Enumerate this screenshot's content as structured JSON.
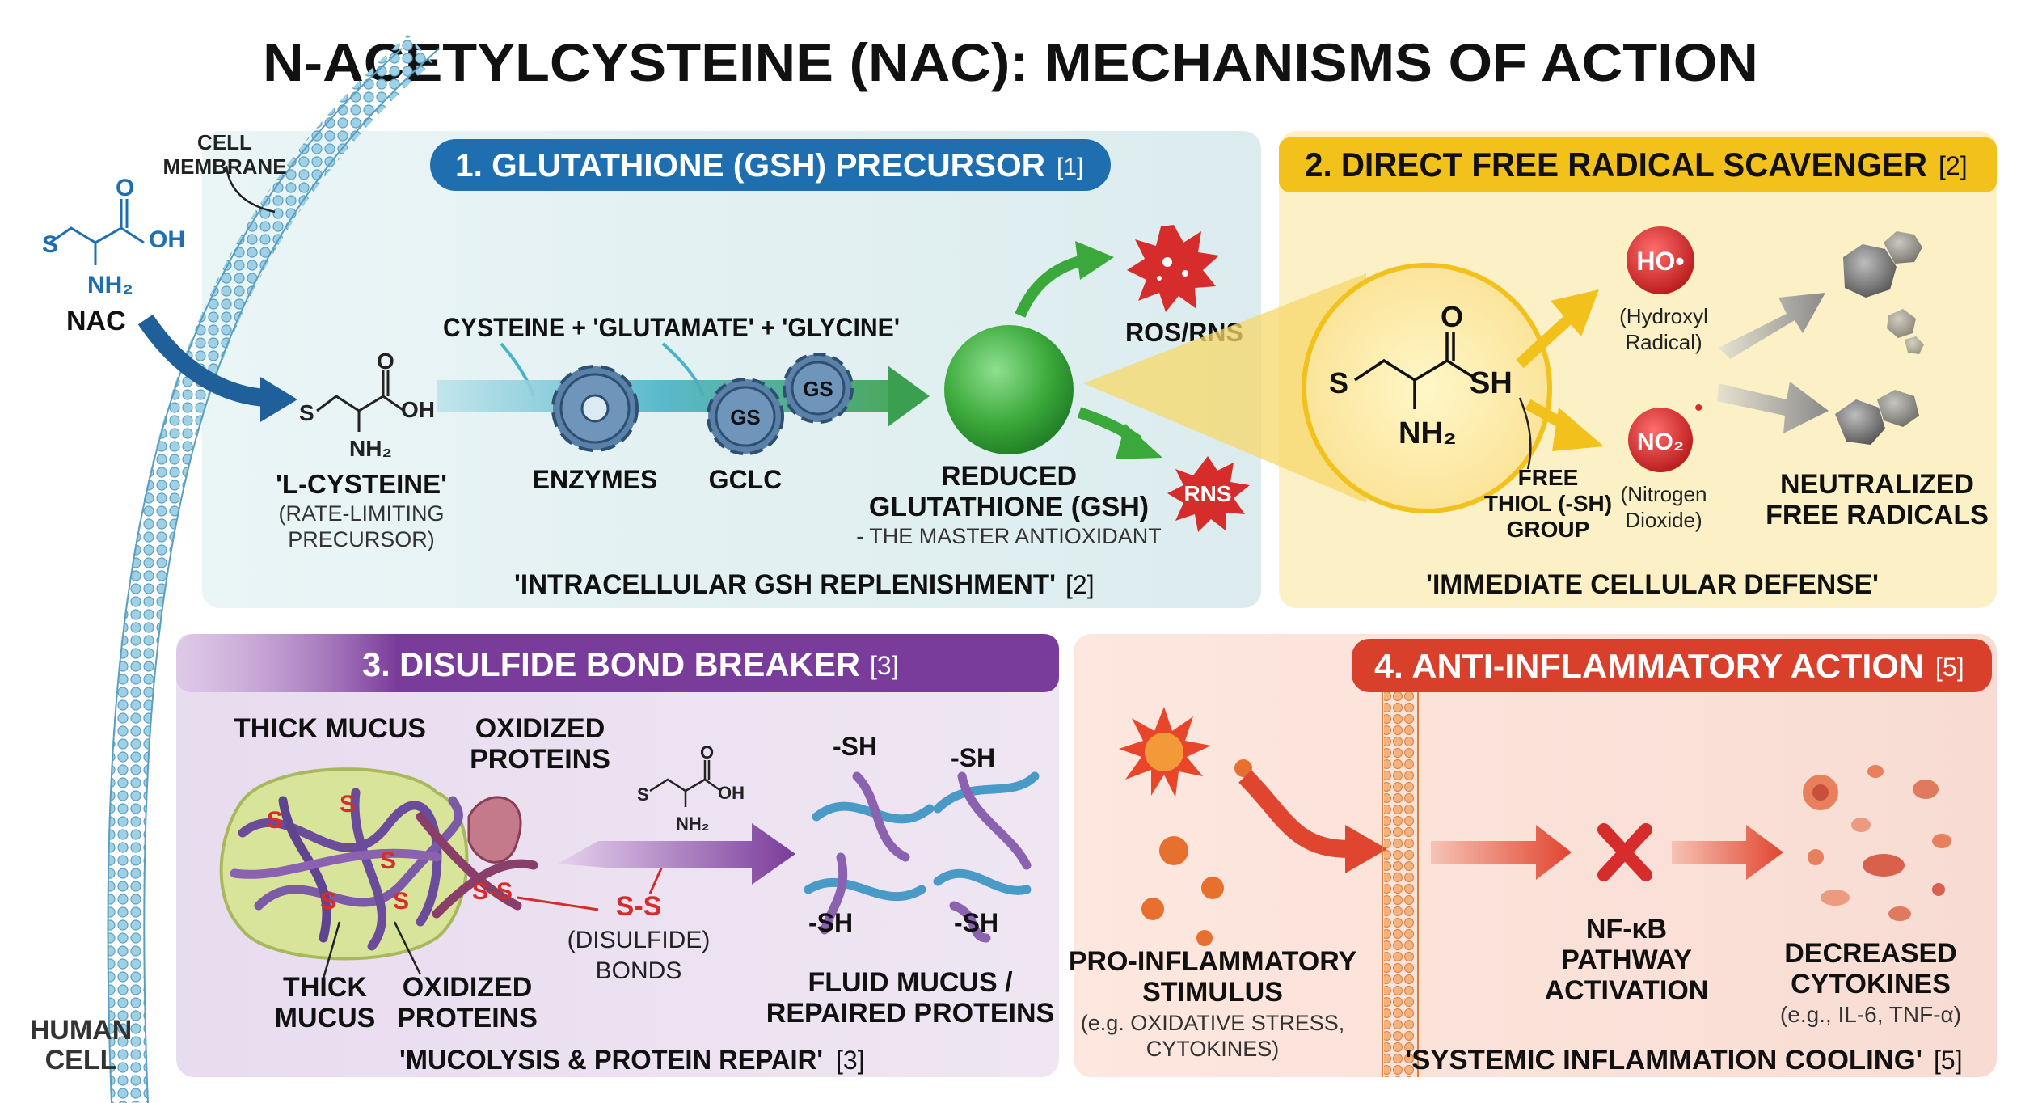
{
  "title": "N-ACETYLCYSTEINE (NAC): MECHANISMS OF ACTION",
  "cell": {
    "membrane_label_1": "CELL",
    "membrane_label_2": "MEMBRANE",
    "nac_label": "NAC",
    "human_cell_1": "HUMAN",
    "human_cell_2": "CELL"
  },
  "panel1": {
    "header": "1. GLUTATHIONE (GSH) PRECURSOR",
    "ref": "[1]",
    "ingredients": "CYSTEINE + 'GLUTAMATE' + 'GLYCINE'",
    "lcys_label": "'L-CYSTEINE'",
    "lcys_sub_1": "(RATE-LIMITING",
    "lcys_sub_2": "PRECURSOR)",
    "enzymes": "ENZYMES",
    "gclc": "GCLC",
    "gs_gear": "GS",
    "gsh_1": "REDUCED",
    "gsh_2": "GLUTATHIONE (GSH)",
    "gsh_3": "- THE MASTER ANTIOXIDANT",
    "ros": "ROS/RNS",
    "rns": "RNS",
    "footer": "'INTRACELLULAR GSH REPLENISHMENT'",
    "footer_ref": "[2]"
  },
  "panel2": {
    "header": "2. DIRECT FREE RADICAL SCAVENGER",
    "ref": "[2]",
    "ho": "HO•",
    "ho_1": "(Hydroxyl",
    "ho_2": "Radical)",
    "no2": "NO₂",
    "no2_dot": "•",
    "no2_1": "(Nitrogen",
    "no2_2": "Dioxide)",
    "thiol_1": "FREE",
    "thiol_2": "THIOL (-SH)",
    "thiol_3": "GROUP",
    "neutral_1": "NEUTRALIZED",
    "neutral_2": "FREE RADICALS",
    "footer": "'IMMEDIATE CELLULAR DEFENSE'"
  },
  "panel3": {
    "header": "3. DISULFIDE BOND BREAKER",
    "ref": "[3]",
    "thick_top": "THICK MUCUS",
    "oxid_top_1": "OXIDIZED",
    "oxid_top_2": "PROTEINS",
    "thick_bot_1": "THICK",
    "thick_bot_2": "MUCUS",
    "oxid_bot_1": "OXIDIZED",
    "oxid_bot_2": "PROTEINS",
    "ss": "S-S",
    "disulfide_1": "(DISULFIDE)",
    "disulfide_2": "BONDS",
    "sh": "-SH",
    "fluid_1": "FLUID MUCUS /",
    "fluid_2": "REPAIRED PROTEINS",
    "footer": "'MUCOLYSIS & PROTEIN REPAIR'",
    "footer_ref": "[3]"
  },
  "panel4": {
    "header": "4. ANTI-INFLAMMATORY ACTION",
    "ref": "[5]",
    "stim_1": "PRO-INFLAMMATORY",
    "stim_2": "STIMULUS",
    "stim_3": "(e.g. OXIDATIVE STRESS,",
    "stim_4": "CYTOKINES)",
    "nfkb_1": "NF-κB",
    "nfkb_2": "PATHWAY",
    "nfkb_3": "ACTIVATION",
    "dec_1": "DECREASED",
    "dec_2": "CYTOKINES",
    "dec_3": "(e.g., IL-6, TNF-α)",
    "footer": "'SYSTEMIC INFLAMMATION COOLING'",
    "footer_ref": "[5]"
  },
  "chem": {
    "s": "S",
    "o": "O",
    "oh": "OH",
    "sh": "SH",
    "nh2": "NH₂"
  },
  "colors": {
    "panel1_bg": "#e2f1f2",
    "panel1_header": "#1f6fb0",
    "panel2_bg": "#fbf0c8",
    "panel2_header": "#f2c11b",
    "panel3_bg": "#ece0f0",
    "panel3_header": "#7a3c9a",
    "panel4_bg": "#fbe4dc",
    "panel4_header": "#d8402b",
    "membrane": "#8ec6df",
    "gsh": "#3aa83a",
    "radical": "#d62c2c"
  }
}
